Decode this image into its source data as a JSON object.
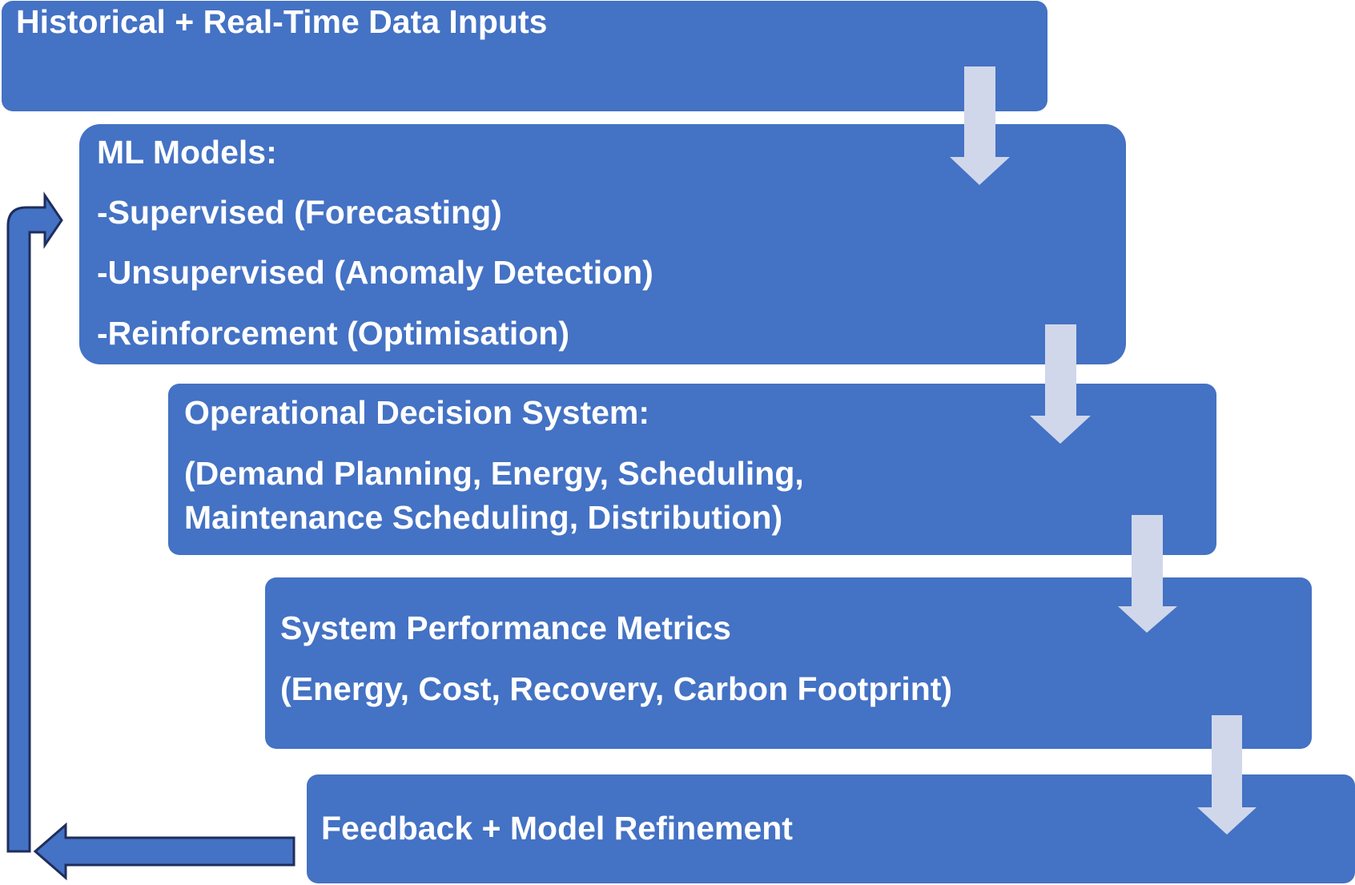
{
  "diagram": {
    "steps": [
      {
        "id": "data-inputs",
        "lines": [
          "Historical + Real-Time Data Inputs"
        ]
      },
      {
        "id": "ml-models",
        "lines": [
          "ML Models:",
          "-Supervised (Forecasting)",
          "-Unsupervised (Anomaly Detection)",
          "-Reinforcement (Optimisation)"
        ]
      },
      {
        "id": "operational-decision-system",
        "lines": [
          "Operational Decision System:",
          "(Demand Planning, Energy,  Scheduling,",
          "Maintenance Scheduling, Distribution)"
        ]
      },
      {
        "id": "performance-metrics",
        "lines": [
          "System Performance Metrics",
          "(Energy, Cost, Recovery, Carbon Footprint)"
        ]
      },
      {
        "id": "feedback-refinement",
        "lines": [
          "Feedback + Model Refinement"
        ]
      }
    ],
    "colors": {
      "box_fill": "#4472c4",
      "text": "#ffffff",
      "down_arrow_fill": "#d0d7eb",
      "loop_arrow_fill": "#4472c4",
      "loop_arrow_stroke": "#1f2d5c"
    }
  }
}
